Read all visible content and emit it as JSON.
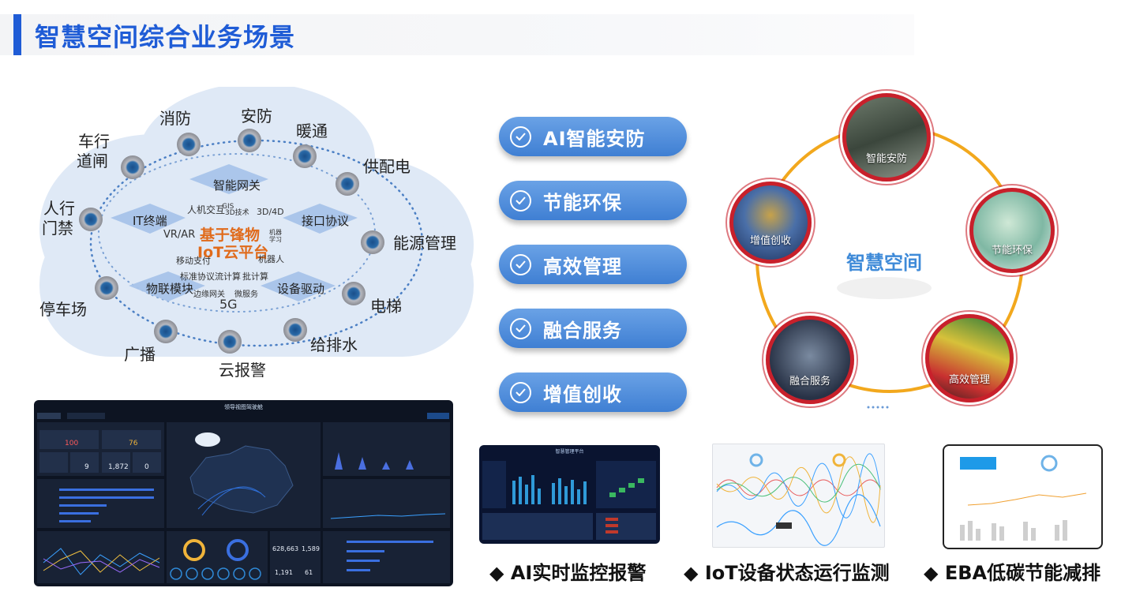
{
  "header": {
    "title": "智慧空间综合业务场景"
  },
  "cloud": {
    "outer_labels": {
      "xiaofang": "消防",
      "anfang": "安防",
      "nuantong": "暖通",
      "gongpeidian": "供配电",
      "chexing_1": "车行",
      "chexing_2": "道闸",
      "renxing_1": "人行",
      "renxing_2": "门禁",
      "nengyuan": "能源管理",
      "tingchechang": "停车场",
      "dianti": "电梯",
      "guangbo": "广播",
      "geipaishui": "给排水",
      "yunbaojing": "云报警"
    },
    "inner_labels": {
      "gateway": "智能网关",
      "terminal": "IT终端",
      "protocol": "接口协议",
      "module": "物联模块",
      "driver": "设备驱动"
    },
    "center_line1": "基于锋物",
    "center_line2": "IoT云平台",
    "keywords": {
      "hci": "人机交互",
      "gis": "GIS",
      "tech": "3D技术",
      "d34": "3D/4D",
      "vrar": "VR/AR",
      "ml": "机器学习",
      "pay": "移动支付",
      "robot": "机器人",
      "standard": "标准协议",
      "stream": "流计算",
      "batch": "批计算",
      "edge": "边缘网关",
      "micro": "微服务",
      "g5": "5G"
    }
  },
  "pills": [
    "AI智能安防",
    "节能环保",
    "高效管理",
    "融合服务",
    "增值创收"
  ],
  "ring": {
    "center": "智慧空间",
    "nodes": [
      "智能安防",
      "节能环保",
      "高效管理",
      "融合服务",
      "增值创收"
    ]
  },
  "dashboard_main": {
    "title": "领导视图驾驶舱",
    "nums": [
      "100",
      "76",
      "9",
      "1,872",
      "0",
      "628,663",
      "1,589",
      "1,191",
      "61"
    ]
  },
  "dashboard_ai": {
    "title": "智慧管理平台"
  },
  "captions": [
    "◆ AI实时监控报警",
    "◆ IoT设备状态运行监测",
    "◆ EBA低碳节能减排"
  ],
  "colors": {
    "brand_blue": "#1f5cd6",
    "orange_ring": "#f2a81d",
    "red_node": "#c8202b"
  }
}
